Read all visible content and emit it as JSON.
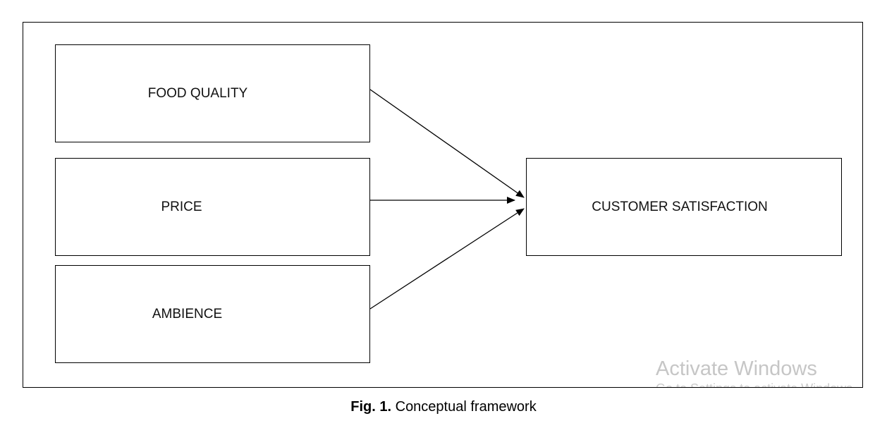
{
  "diagram": {
    "nodes": {
      "food_quality": "FOOD QUALITY",
      "price": "PRICE",
      "ambience": "AMBIENCE",
      "customer_satisfaction": "CUSTOMER SATISFACTION"
    },
    "edges": [
      {
        "from": "food_quality",
        "to": "customer_satisfaction"
      },
      {
        "from": "price",
        "to": "customer_satisfaction"
      },
      {
        "from": "ambience",
        "to": "customer_satisfaction"
      }
    ]
  },
  "watermark": {
    "line1": "Activate Windows",
    "line2": "Go to Settings to activate Windows."
  },
  "caption": {
    "label": "Fig. 1.",
    "text": " Conceptual framework"
  }
}
